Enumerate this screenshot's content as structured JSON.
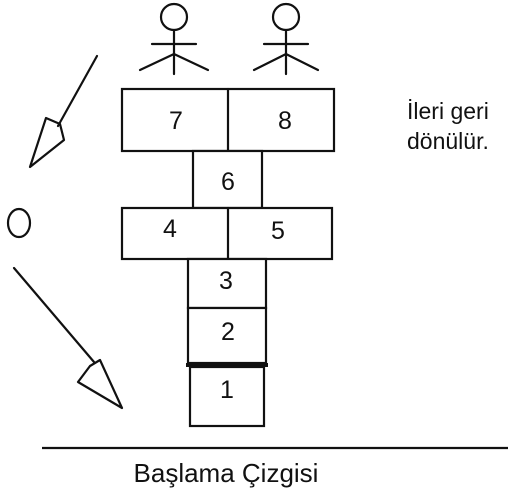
{
  "squares": {
    "s1": "1",
    "s2": "2",
    "s3": "3",
    "s4": "4",
    "s5": "5",
    "s6": "6",
    "s7": "7",
    "s8": "8"
  },
  "side_note": {
    "line1": "İleri geri",
    "line2": "dönülür."
  },
  "baseline_label": "Başlama Çizgisi",
  "colors": {
    "ink": "#111111",
    "background": "#ffffff"
  },
  "icons": [
    "person-icon",
    "person-icon",
    "arrow-down-left-icon",
    "circle-stone-icon",
    "arrow-down-right-icon"
  ]
}
